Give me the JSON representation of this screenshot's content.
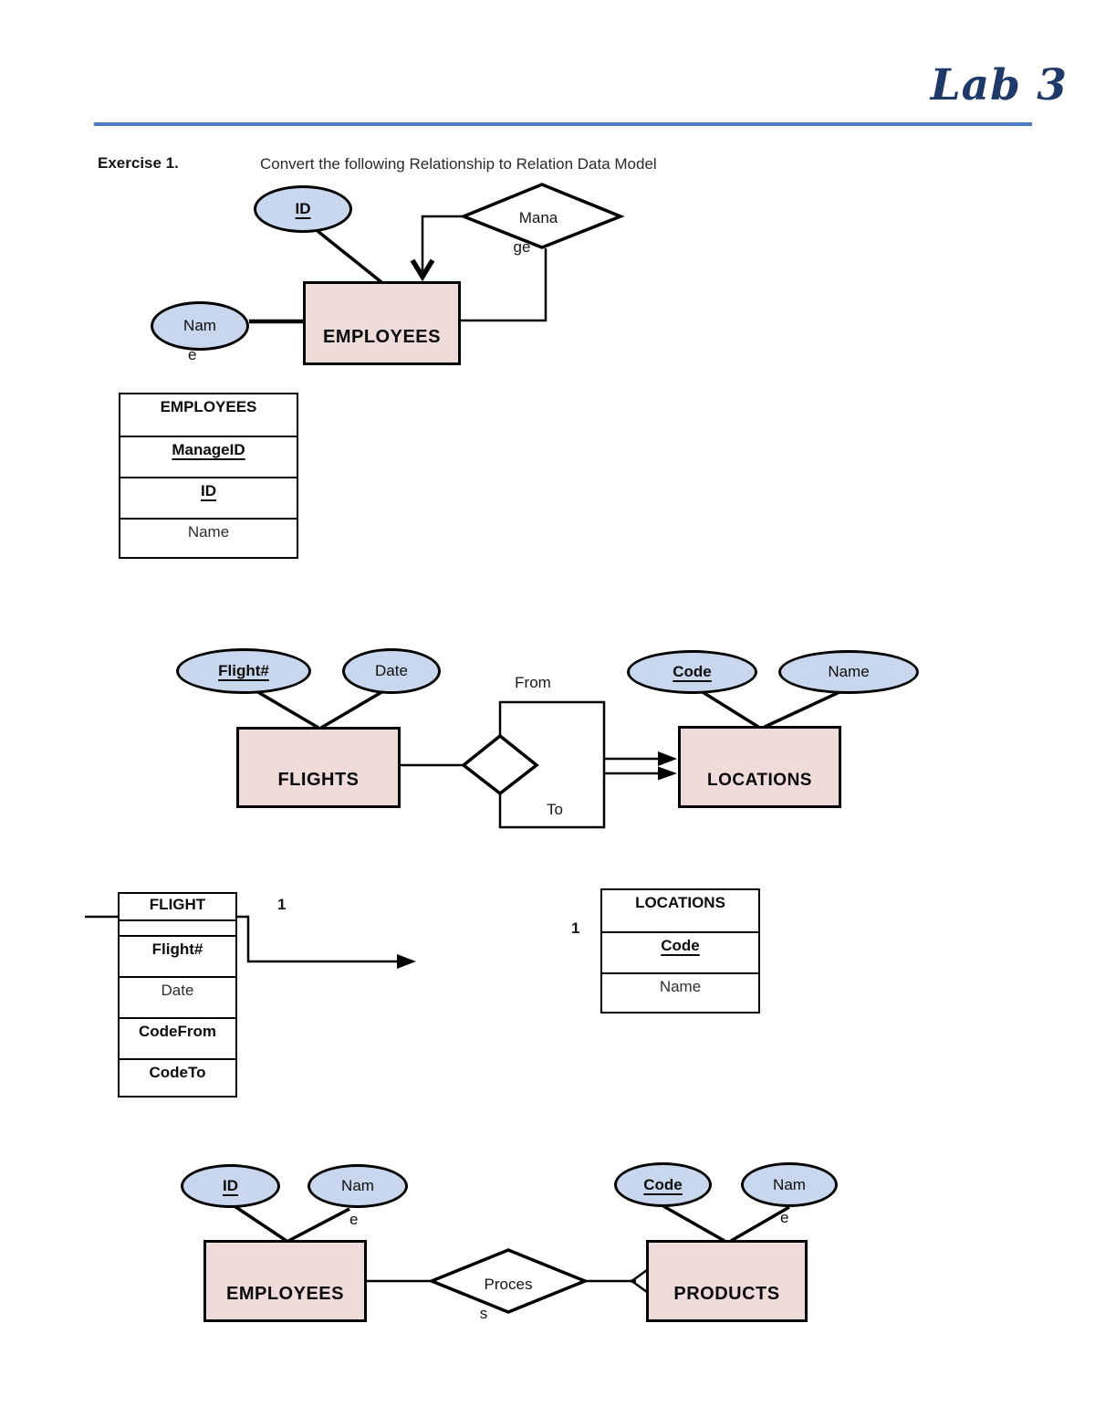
{
  "page": {
    "title": "Lab 3",
    "exercise_label": "Exercise 1.",
    "exercise_text": "Convert the following Relationship to Relation Data Model"
  },
  "colors": {
    "title_text": "#1f3a68",
    "title_rule": "#4d7ec1",
    "attribute_oval_fill": "#c9d7ee",
    "entity_fill": "#f0dbdb",
    "line_stroke": "#000000"
  },
  "er1": {
    "entity": "EMPLOYEES",
    "attr_id": "ID",
    "attr_name_line1": "Nam",
    "attr_name_line2": "e",
    "relationship_line1": "Mana",
    "relationship_line2": "ge"
  },
  "rel_employees": {
    "header": "EMPLOYEES",
    "row_manageid": "ManageID",
    "row_id": "ID",
    "row_name": "Name"
  },
  "er2": {
    "entity_flights": "FLIGHTS",
    "entity_locations": "LOCATIONS",
    "attr_flight_num": "Flight#",
    "attr_date": "Date",
    "attr_code": "Code",
    "attr_name": "Name",
    "label_from": "From",
    "label_to": "To"
  },
  "rel_flight": {
    "header": "FLIGHT",
    "row_flight_num": "Flight#",
    "row_date": "Date",
    "row_codefrom": "CodeFrom",
    "row_codeto": "CodeTo",
    "multiplicity": "1"
  },
  "rel_locations": {
    "header": "LOCATIONS",
    "row_code": "Code",
    "row_name": "Name",
    "multiplicity": "1"
  },
  "er3": {
    "entity_employees": "EMPLOYEES",
    "entity_products": "PRODUCTS",
    "attr_id": "ID",
    "attr_name_line1": "Nam",
    "attr_name_line2": "e",
    "attr_code": "Code",
    "attr_name2_line1": "Nam",
    "attr_name2_line2": "e",
    "relationship_line1": "Proces",
    "relationship_line2": "s"
  }
}
